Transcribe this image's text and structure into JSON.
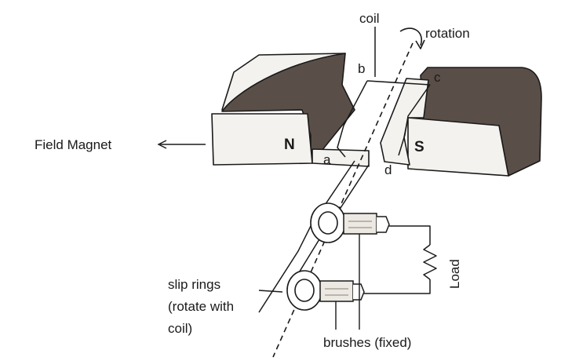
{
  "labels": {
    "coil": "coil",
    "rotation": "rotation",
    "field_magnet": "Field Magnet",
    "north": "N",
    "south": "S",
    "corner_a": "a",
    "corner_b": "b",
    "corner_c": "c",
    "corner_d": "d",
    "load": "Load",
    "slip_rings_line1": "slip rings",
    "slip_rings_line2": "(rotate with",
    "slip_rings_line3": "coil)",
    "brushes": "brushes (fixed)"
  },
  "colors": {
    "magnet_dark": "#5a4f48",
    "magnet_light": "#f4f2ef",
    "line": "#1a1a1a",
    "background": "#ffffff"
  }
}
